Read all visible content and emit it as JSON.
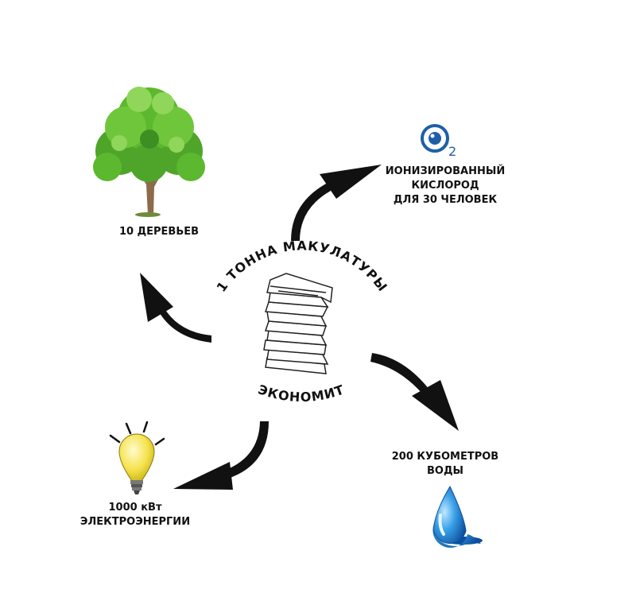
{
  "center": {
    "top_text": "1 ТОННА МАКУЛАТУРЫ",
    "bottom_text": "ЭКОНОМИТ"
  },
  "items": {
    "trees": {
      "label": "10 ДЕРЕВЬЕВ",
      "icon": "tree-icon"
    },
    "oxygen": {
      "lines": [
        "ИОНИЗИРОВАННЫЙ",
        "КИСЛОРОД",
        "ДЛЯ 30 ЧЕЛОВЕК"
      ],
      "icon": "o2-icon",
      "icon_text": "2"
    },
    "water": {
      "lines": [
        "200 КУБОМЕТРОВ",
        "ВОДЫ"
      ],
      "icon": "water-drop-icon"
    },
    "energy": {
      "lines": [
        "1000 кВт",
        "ЭЛЕКТРОЭНЕРГИИ"
      ],
      "icon": "light-bulb-icon"
    }
  },
  "colors": {
    "tree_green": "#5cb82e",
    "trunk": "#8b6b4a",
    "o2_blue": "#1e5fa8",
    "water_blue": "#1a7fd4",
    "bulb_yellow": "#f5e24a",
    "arrow": "#111111"
  }
}
